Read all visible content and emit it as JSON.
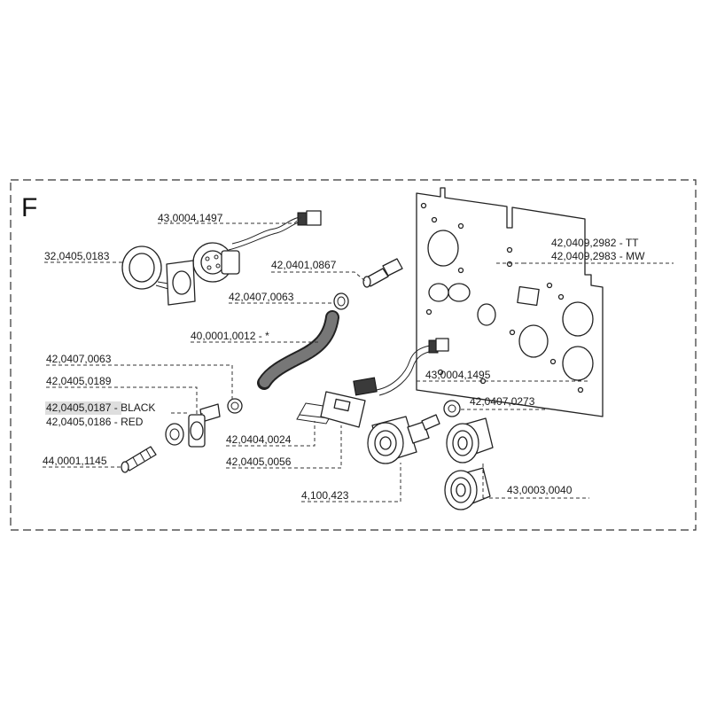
{
  "section_letter": "F",
  "labels": {
    "cable_4pin_top": "43,0004,1497",
    "cover_cap": "32,0405,0183",
    "pin_0867": "42,0401,0867",
    "clamp_top": "42,0407,0063",
    "plate_tt": "42,0409,2982 - TT",
    "plate_mw": "42,0409,2983 - MW",
    "hose": "40,0001,0012 - *",
    "clamp_left": "42,0407,0063",
    "nut_0189": "42,0405,0189",
    "socket_black": "42,0405,0187",
    "socket_black_suffix": " - BLACK",
    "socket_red": "42,0405,0186 - RED",
    "cable_4pin_mid": "43,0004,1495",
    "clamp_0273": "42,0407,0273",
    "nipple": "44,0001,1145",
    "spring_clip": "42,0404,0024",
    "holder": "42,0405,0056",
    "coupling": "4,100,423",
    "coupling_pair": "43,0003,0040"
  }
}
